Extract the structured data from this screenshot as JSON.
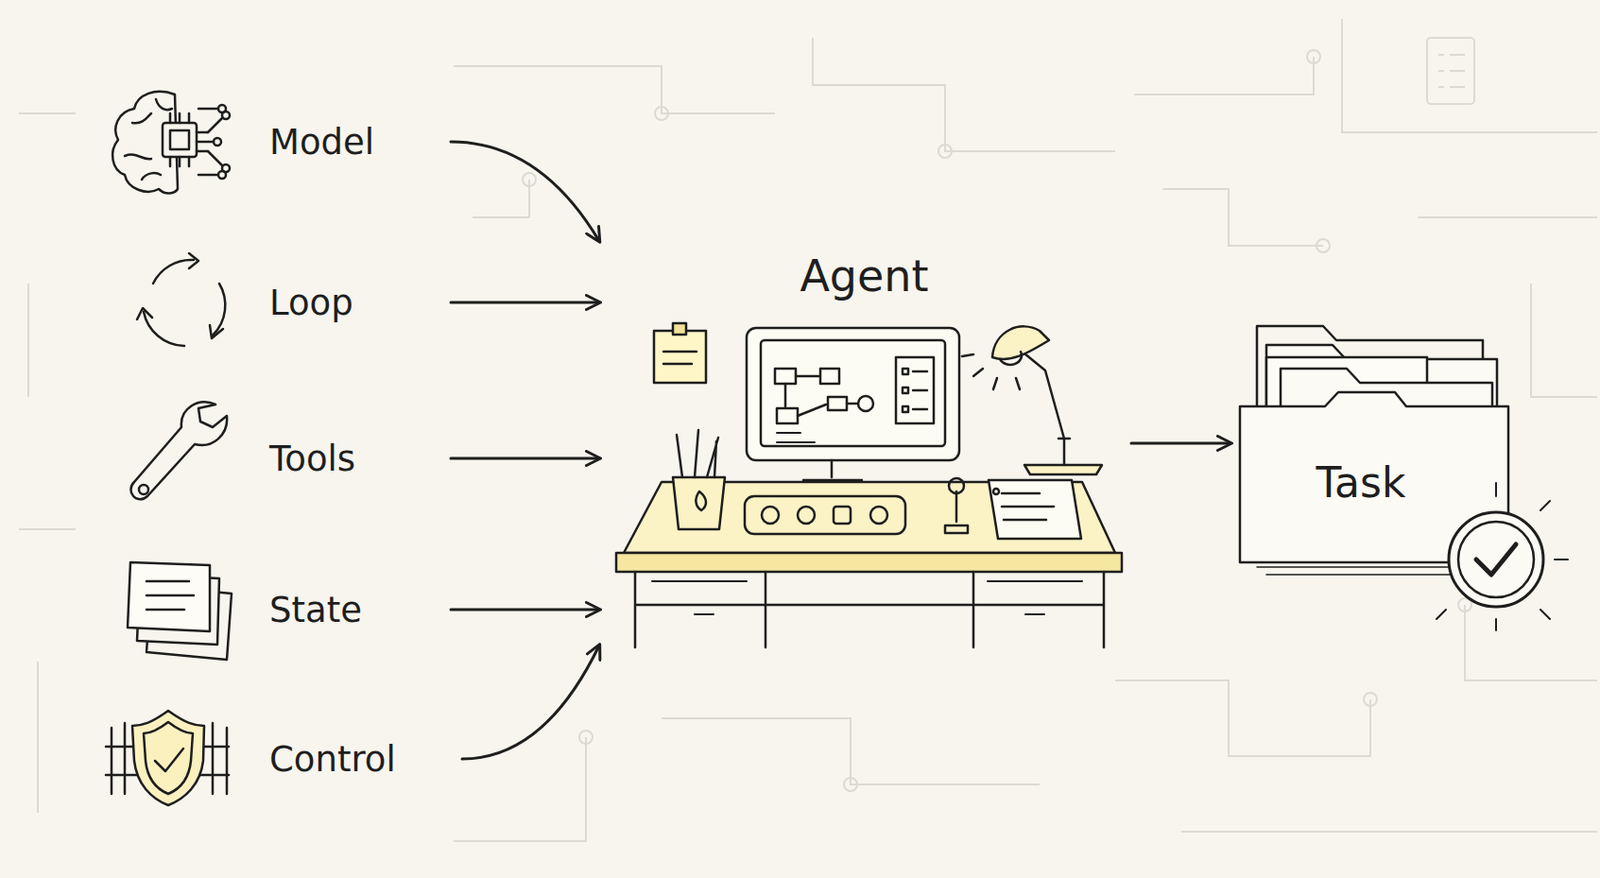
{
  "diagram": {
    "nodes": [
      {
        "text": [
          "Model"
        ]
      },
      {
        "text": [
          "Loop"
        ]
      },
      {
        "text": [
          "Tools"
        ]
      },
      {
        "text": [
          "State"
        ]
      },
      {
        "text": [
          "Control"
        ]
      },
      {
        "text": [
          "Agent"
        ]
      },
      {
        "text": [
          "Task"
        ]
      }
    ],
    "edges": [
      {
        "from": 0,
        "to": 5,
        "arrow": "to"
      },
      {
        "from": 1,
        "to": 5,
        "arrow": "to"
      },
      {
        "from": 2,
        "to": 5,
        "arrow": "to"
      },
      {
        "from": 3,
        "to": 5,
        "arrow": "to"
      },
      {
        "from": 4,
        "to": 5,
        "arrow": "to"
      },
      {
        "from": 5,
        "to": 6,
        "arrow": "to"
      }
    ]
  }
}
